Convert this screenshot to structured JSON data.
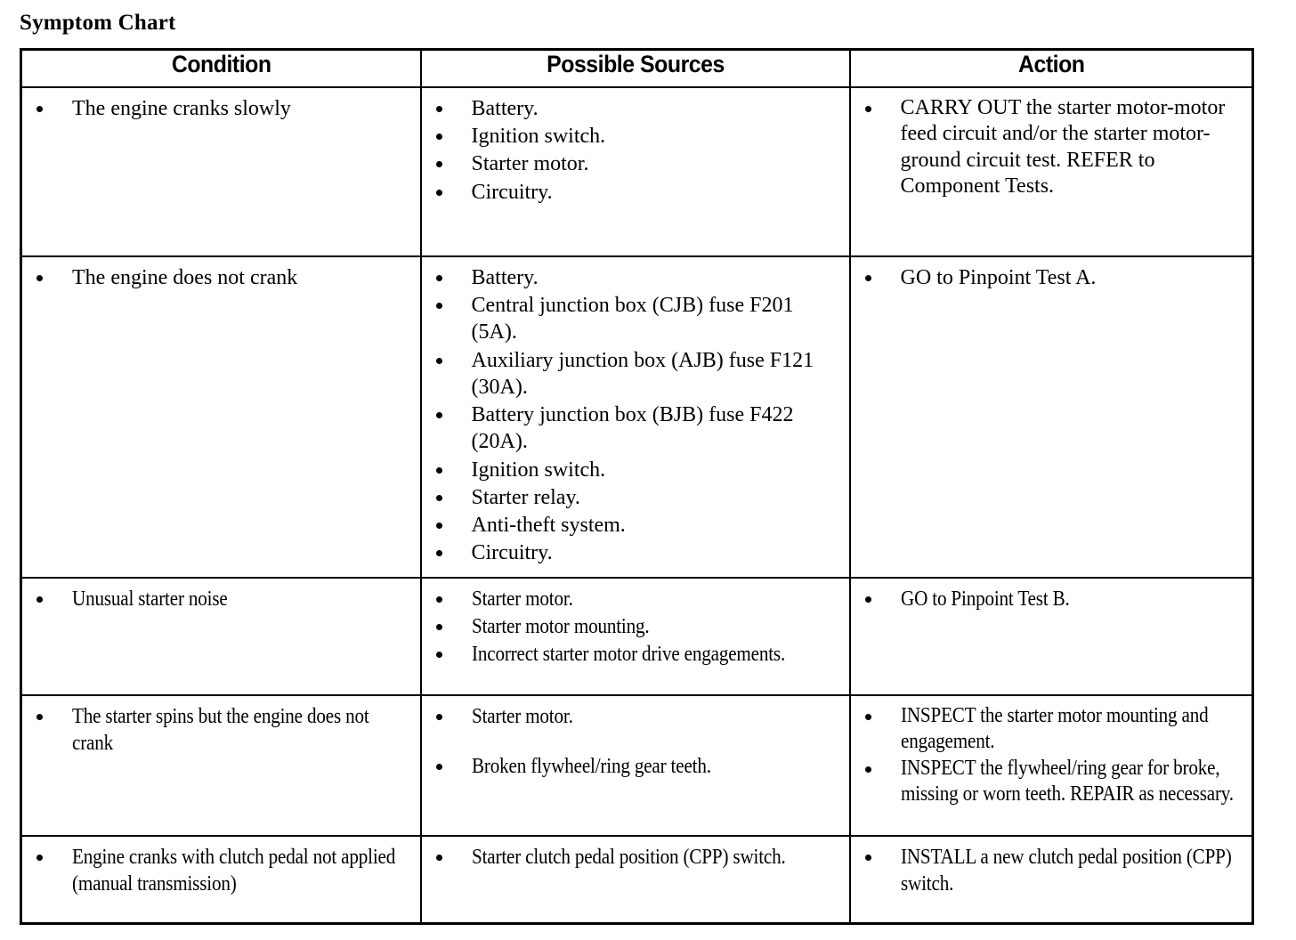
{
  "document": {
    "title": "Symptom Chart"
  },
  "table": {
    "headers": [
      "Condition",
      "Possible Sources",
      "Action"
    ],
    "rows": [
      {
        "face": "wide",
        "condition": [
          "The engine cranks slowly"
        ],
        "possible_sources": [
          "Battery.",
          "Ignition switch.",
          "Starter motor.",
          "Circuitry."
        ],
        "action": [
          "CARRY OUT the starter motor-motor feed circuit and/or the starter motor-ground circuit test. REFER to Component Tests."
        ]
      },
      {
        "face": "wide",
        "condition": [
          "The engine does not crank"
        ],
        "possible_sources": [
          "Battery.",
          "Central junction box (CJB) fuse F201 (5A).",
          "Auxiliary junction box (AJB) fuse F121 (30A).",
          "Battery junction box (BJB) fuse F422 (20A).",
          "Ignition switch.",
          "Starter relay.",
          "Anti-theft system.",
          "Circuitry."
        ],
        "action": [
          "GO to Pinpoint Test A."
        ]
      },
      {
        "face": "narrow",
        "condition": [
          "Unusual starter noise"
        ],
        "possible_sources": [
          "Starter motor.",
          "Starter motor mounting.",
          "Incorrect starter motor drive engagements."
        ],
        "action": [
          "GO to Pinpoint Test B."
        ]
      },
      {
        "face": "narrow",
        "condition": [
          "The starter spins but the engine does not crank"
        ],
        "possible_sources": [
          "Starter motor.",
          "Broken flywheel/ring gear teeth."
        ],
        "action": [
          "INSPECT the starter motor mounting and engagement.",
          "INSPECT the flywheel/ring gear for broke, missing or worn teeth. REPAIR as necessary."
        ]
      },
      {
        "face": "narrow",
        "condition": [
          "Engine cranks with clutch pedal not applied (manual transmission)"
        ],
        "possible_sources": [
          "Starter clutch pedal position (CPP) switch."
        ],
        "action": [
          "INSTALL a new clutch pedal position (CPP) switch."
        ]
      }
    ]
  },
  "colors": {
    "ink": "#000000",
    "paper": "#ffffff"
  }
}
